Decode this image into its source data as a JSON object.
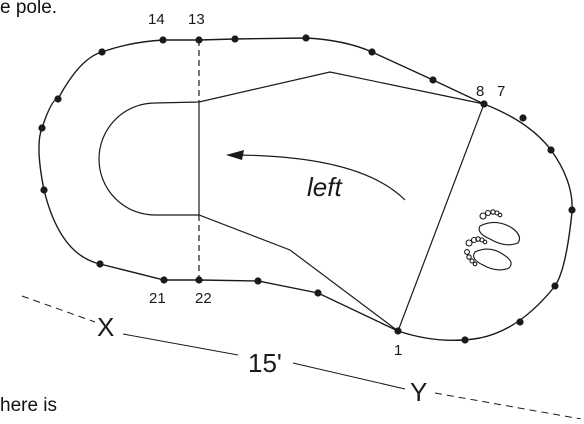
{
  "text_fragments": {
    "top": "e pole.",
    "bottom": "here is"
  },
  "point_labels": {
    "p14": "14",
    "p13": "13",
    "p8": "8",
    "p7": "7",
    "p21": "21",
    "p22": "22",
    "p1": "1"
  },
  "direction_label": "left",
  "reference_line": {
    "start_label": "X",
    "end_label": "Y",
    "distance_label": "15'"
  },
  "icons": [
    "footprints-icon"
  ]
}
